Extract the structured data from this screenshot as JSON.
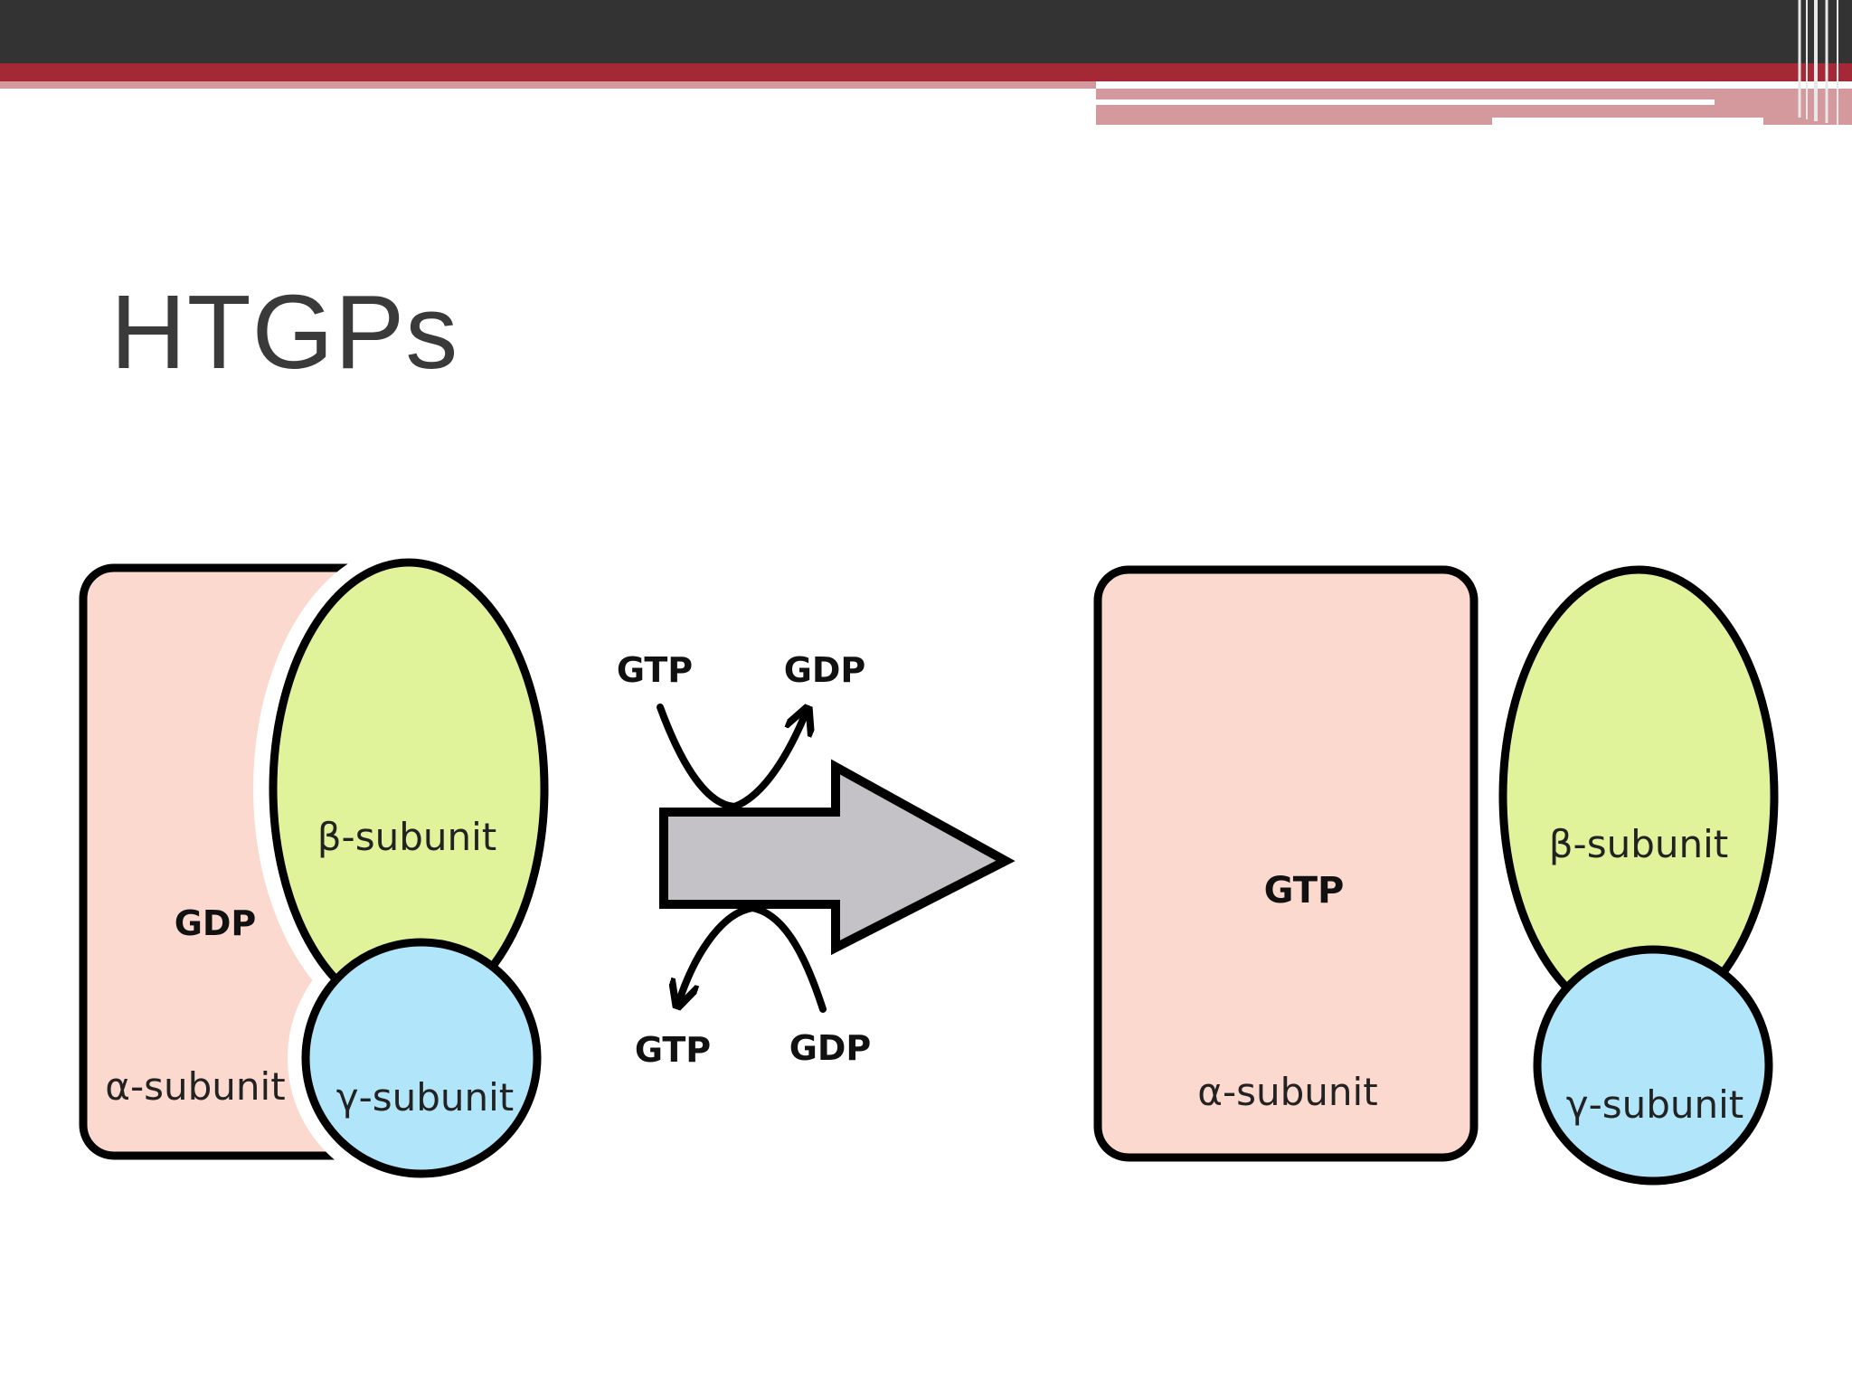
{
  "slide": {
    "title": "HTGPs"
  },
  "colors": {
    "top_bar": "#333333",
    "accent_red": "#a52836",
    "accent_pink": "#d3999c",
    "alpha_fill": "#fcd9cf",
    "beta_fill": "#e0f29a",
    "gamma_fill": "#b0e5fa",
    "arrow_fill": "#c4c2c6",
    "outline": "#000000"
  },
  "diagram": {
    "left_complex": {
      "alpha_label": "α-subunit",
      "alpha_nucleotide": "GDP",
      "beta_label": "β-subunit",
      "gamma_label": "γ-subunit"
    },
    "exchange": {
      "top_in": "GTP",
      "top_out": "GDP",
      "bottom_in": "GTP",
      "bottom_out": "GDP"
    },
    "right_complex": {
      "alpha_label": "α-subunit",
      "alpha_nucleotide": "GTP",
      "beta_label": "β-subunit",
      "gamma_label": "γ-subunit"
    }
  }
}
